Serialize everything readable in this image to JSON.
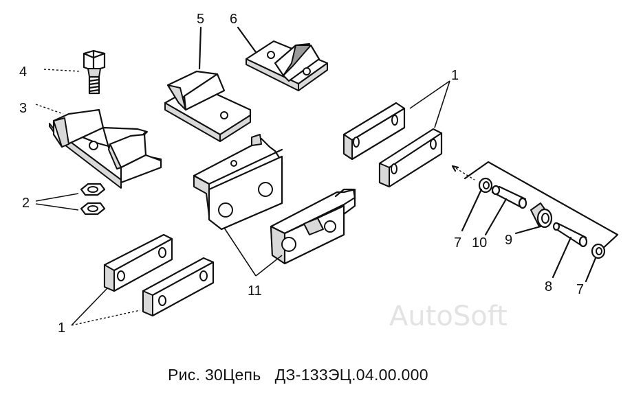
{
  "labels": {
    "bolt": "4",
    "nuts": "2",
    "shoe_base": "3",
    "shoe_5": "5",
    "shoe_6": "6",
    "plates_right": "1",
    "plates_left": "1",
    "brackets": "11",
    "bushing_left": "7",
    "pin_10": "10",
    "roller_9": "9",
    "pin_8": "8",
    "bushing_right": "7"
  },
  "watermark": "AutoSoft",
  "caption": "Рис. 30Цепь   ДЗ-133ЭЦ.04.00.000"
}
